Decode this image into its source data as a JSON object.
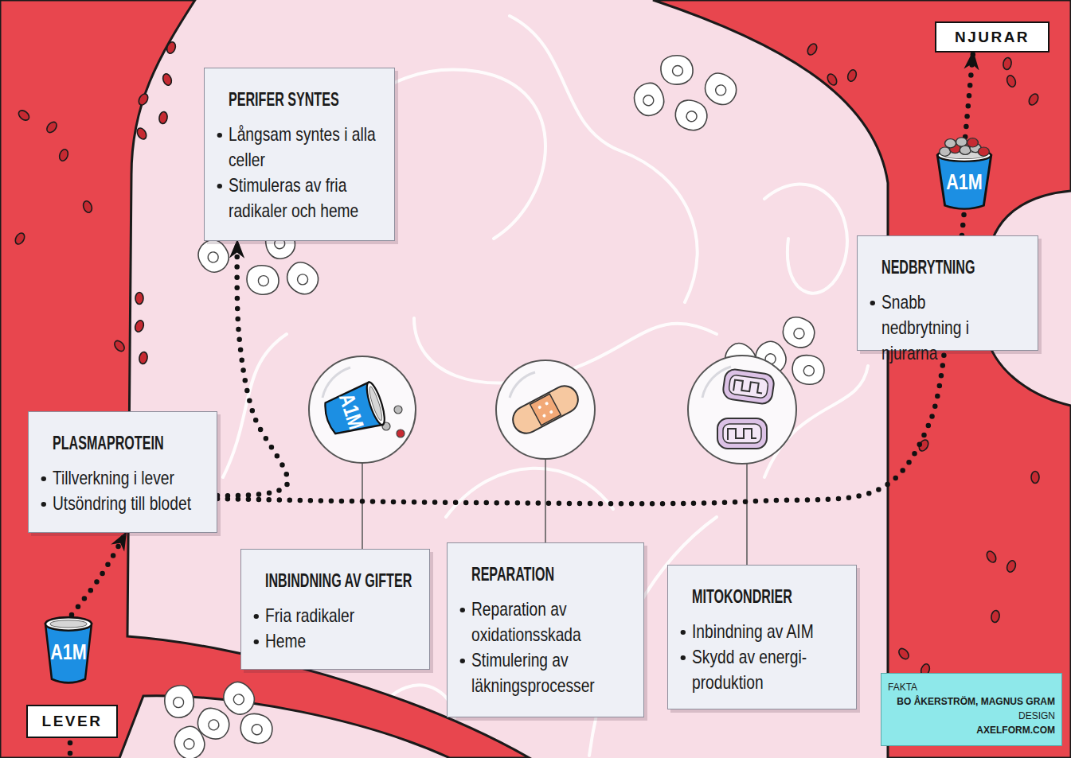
{
  "diagram": {
    "nodes": [
      {
        "text": [
          "NJURAR"
        ]
      },
      {
        "text": [
          "PERIFER SYNTES",
          "Långsam syntes i alla celler",
          "Stimuleras av fria radikaler och heme"
        ]
      },
      {
        "text": [
          "A1M"
        ]
      },
      {
        "text": [
          "NEDBRYTNING",
          "Snabb nedbrytning i njurarna"
        ]
      },
      {
        "text": [
          "A1M"
        ]
      },
      {
        "text": [
          "PLASMAPROTEIN",
          "Tillverkning i lever",
          "Utsöndring till blodet"
        ]
      },
      {
        "text": [
          "INBINDNING AV GIFTER",
          "Fria radikaler",
          "Heme"
        ]
      },
      {
        "text": [
          "REPARATION",
          "Reparation av oxidationsskada",
          "Stimulering av läkningsprocesser"
        ]
      },
      {
        "text": [
          "MITOKONDRIER",
          "Inbindning av AIM",
          "Skydd av energi- produktion"
        ]
      },
      {
        "text": [
          "A1M"
        ]
      },
      {
        "text": [
          "FAKTA",
          "BO ÅKERSTRÖM, MAGNUS GRAM",
          "DESIGN",
          "AXELFORM.COM"
        ]
      },
      {
        "text": [
          "LEVER"
        ]
      }
    ],
    "edges": [
      {
        "from": 9,
        "to": 5,
        "arrow": "to"
      },
      {
        "from": 5,
        "to": 3,
        "arrow": "none"
      },
      {
        "from": 5,
        "to": 1,
        "arrow": "to"
      },
      {
        "from": 3,
        "to": 2,
        "arrow": "none"
      },
      {
        "from": 2,
        "to": 0,
        "arrow": "to"
      }
    ]
  }
}
